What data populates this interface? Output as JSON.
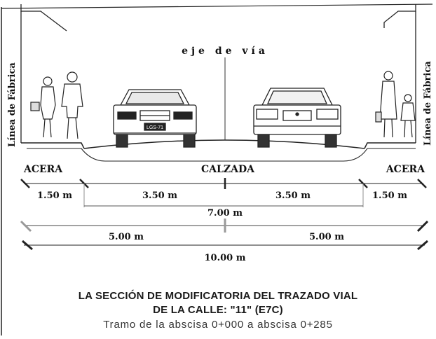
{
  "diagram": {
    "axis_label": "eje de vía",
    "facade_left": "Línea de Fábrica",
    "facade_right": "Línea de Fábrica",
    "zones": {
      "sidewalk_left": "ACERA",
      "roadway": "CALZADA",
      "sidewalk_right": "ACERA"
    },
    "dimensions": {
      "sidewalk_left": "1.50 m",
      "lane_left": "3.50 m",
      "lane_right": "3.50 m",
      "sidewalk_right": "1.50 m",
      "roadway_total": "7.00 m",
      "half_left": "5.00 m",
      "half_right": "5.00 m",
      "total_width": "10.00 m"
    },
    "plate": "LGS-71"
  },
  "caption": {
    "line1": "LA SECCIÓN DE MODIFICATORIA DEL TRAZADO VIAL",
    "line2": "DE LA CALLE: \"11\" (E7C)",
    "line3": "Tramo de la abscisa 0+000 a abscisa 0+285"
  }
}
